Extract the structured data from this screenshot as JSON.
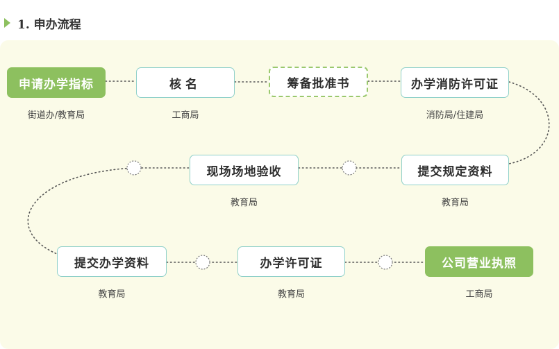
{
  "section": {
    "title": "1. 申办流程"
  },
  "steps": [
    {
      "label": "申请办学指标",
      "agency": "街道办/教育局"
    },
    {
      "label": "核名",
      "agency": "工商局"
    },
    {
      "label": "筹备批准书",
      "agency": ""
    },
    {
      "label": "办学消防许可证",
      "agency": "消防局/住建局"
    },
    {
      "label": "提交规定资料",
      "agency": "教育局"
    },
    {
      "label": "现场场地验收",
      "agency": "教育局"
    },
    {
      "label": "提交办学资料",
      "agency": "教育局"
    },
    {
      "label": "办学许可证",
      "agency": "教育局"
    },
    {
      "label": "公司营业执照",
      "agency": "工商局"
    }
  ],
  "colors": {
    "accent_green": "#8dc05f",
    "node_border": "#8fd0c9",
    "panel_bg": "#fbfbe8",
    "connector": "#555555"
  }
}
